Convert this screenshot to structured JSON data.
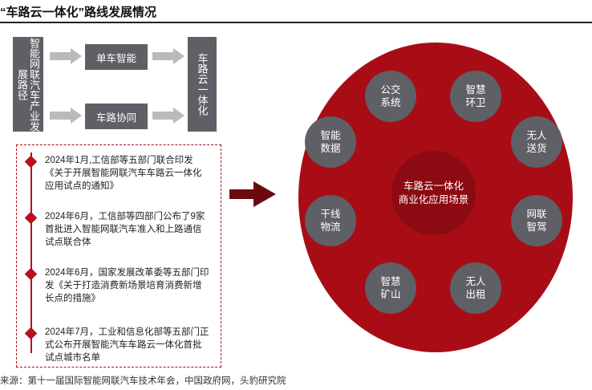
{
  "title": "“车路云一体化”路线发展情况",
  "left_panel": {
    "path_label": "智能网联汽车产业发展路径",
    "step1": "单车智能",
    "step2": "车路协同",
    "result": "车路云一体化"
  },
  "timeline": [
    {
      "text": "2024年1月,工信部等五部门联合印发《关于开展智能网联汽车车路云一体化应用试点的通知》"
    },
    {
      "text": "2024年6月，工信部等四部门公布了9家首批进入智能网联汽车准入和上路通信试点联合体"
    },
    {
      "text": "2024年6月，国家发展改革委等五部门印发《关于打造消费新场景培育消费新增长点的措施》"
    },
    {
      "text": "2024年7月，工业和信息化部等五部门正式公布开展智能汽车车路云一体化首批试点城市名单"
    }
  ],
  "circle": {
    "center_line1": "车路云一体化",
    "center_line2": "商业化应用场景",
    "nodes": [
      {
        "l1": "公交",
        "l2": "系统"
      },
      {
        "l1": "智慧",
        "l2": "环卫"
      },
      {
        "l1": "智能",
        "l2": "数据"
      },
      {
        "l1": "无人",
        "l2": "送货"
      },
      {
        "l1": "干线",
        "l2": "物流"
      },
      {
        "l1": "网联",
        "l2": "智驾"
      },
      {
        "l1": "智慧",
        "l2": "矿山"
      },
      {
        "l1": "无人",
        "l2": "出租"
      }
    ]
  },
  "source": "来源：第十一届国际智能网联汽车技术年会，中国政府网，头豹研究院",
  "colors": {
    "accent": "#a80d15",
    "dark_red": "#8c0a11",
    "grey": "#5e6066",
    "arrow_grey": "#b8babd"
  }
}
